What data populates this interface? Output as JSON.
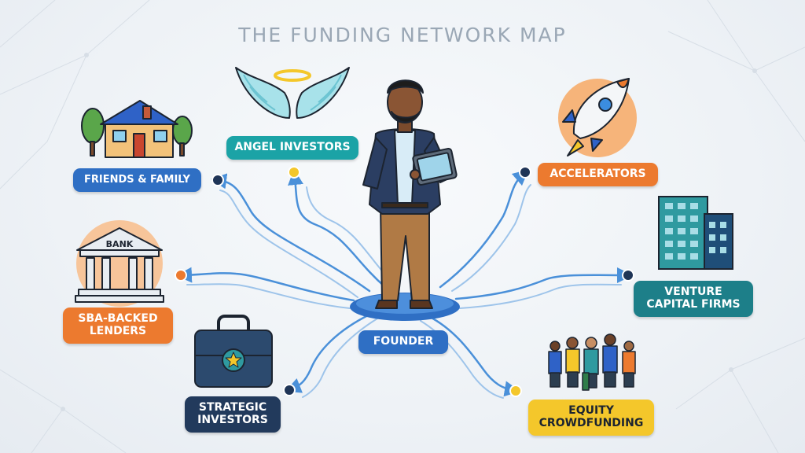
{
  "title": "THE FUNDING NETWORK MAP",
  "center": {
    "label": "FOUNDER"
  },
  "nodes": {
    "friends_family": {
      "label": "FRIENDS & FAMILY",
      "color": "#2f6fc4"
    },
    "angel_investors": {
      "label": "ANGEL INVESTORS",
      "color": "#1ba3a6"
    },
    "accelerators": {
      "label": "ACCELERATORS",
      "color": "#ec7a2f"
    },
    "venture_capital": {
      "line1": "VENTURE",
      "line2": "CAPITAL FIRMS",
      "color": "#1d7f89"
    },
    "sba_lenders": {
      "line1": "SBA-BACKED",
      "line2": "LENDERS",
      "color": "#ec7a2f"
    },
    "strategic_investors": {
      "line1": "STRATEGIC",
      "line2": "INVESTORS",
      "color": "#223a5c"
    },
    "equity_crowdfunding": {
      "line1": "EQUITY",
      "line2": "CROWDFUNDING",
      "color": "#f4c72b"
    }
  },
  "bank_sign": "BANK",
  "colors": {
    "line": "#4a90d9",
    "line_light": "#9ec4ea",
    "dot_navy": "#1f3557",
    "dot_yellow": "#f4c72b",
    "dot_orange": "#ec7a2f"
  }
}
